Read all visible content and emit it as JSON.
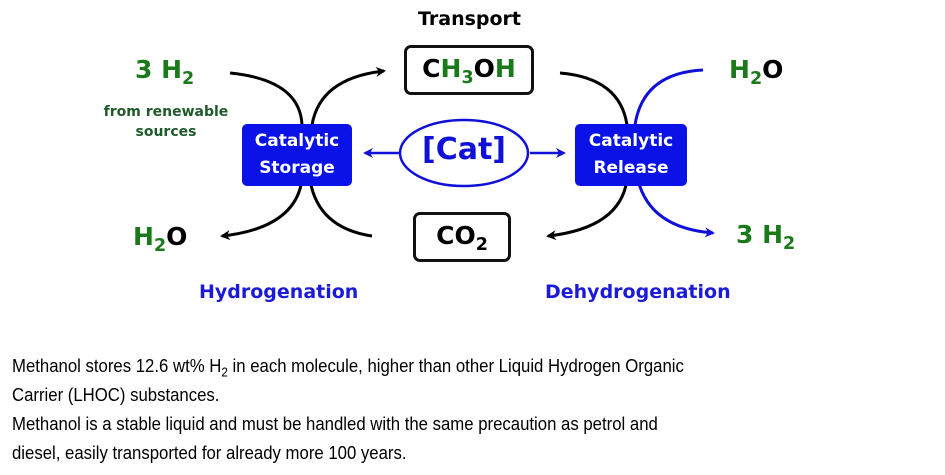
{
  "diagram": {
    "transport_label": "Transport",
    "methanol": {
      "parts": [
        "C",
        "H",
        "3",
        "O",
        "H"
      ]
    },
    "co2": {
      "main": "CO",
      "sub": "2"
    },
    "left": {
      "h2_in": {
        "coef": "3 H",
        "sub": "2"
      },
      "renewable_note_line1": "from renewable",
      "renewable_note_line2": "sources",
      "h2o_out": {
        "h": "H",
        "sub": "2",
        "o": "O"
      },
      "catalyst_box_line1": "Catalytic",
      "catalyst_box_line2": "Storage",
      "process_label": "Hydrogenation"
    },
    "right": {
      "h2o_in": {
        "h": "H",
        "sub": "2",
        "o": "O"
      },
      "h2_out": {
        "coef": "3 H",
        "sub": "2"
      },
      "catalyst_box_line1": "Catalytic",
      "catalyst_box_line2": "Release",
      "process_label": "Dehydrogenation"
    },
    "catalyst_label": "[Cat]",
    "colors": {
      "green": "#1a7a1a",
      "blue": "#1010d8",
      "box_blue": "#0a12e8",
      "black": "#000000"
    }
  },
  "notes": {
    "line1_pre": "Methanol stores 12.6 wt% H",
    "line1_sub": "2",
    "line1_post": " in each molecule, higher than other Liquid Hydrogen Organic",
    "line2": "Carrier (LHOC) substances.",
    "line3": "Methanol is a stable liquid and must be handled with the same precaution as petrol and",
    "line4": "diesel, easily transported for already more 100 years."
  }
}
